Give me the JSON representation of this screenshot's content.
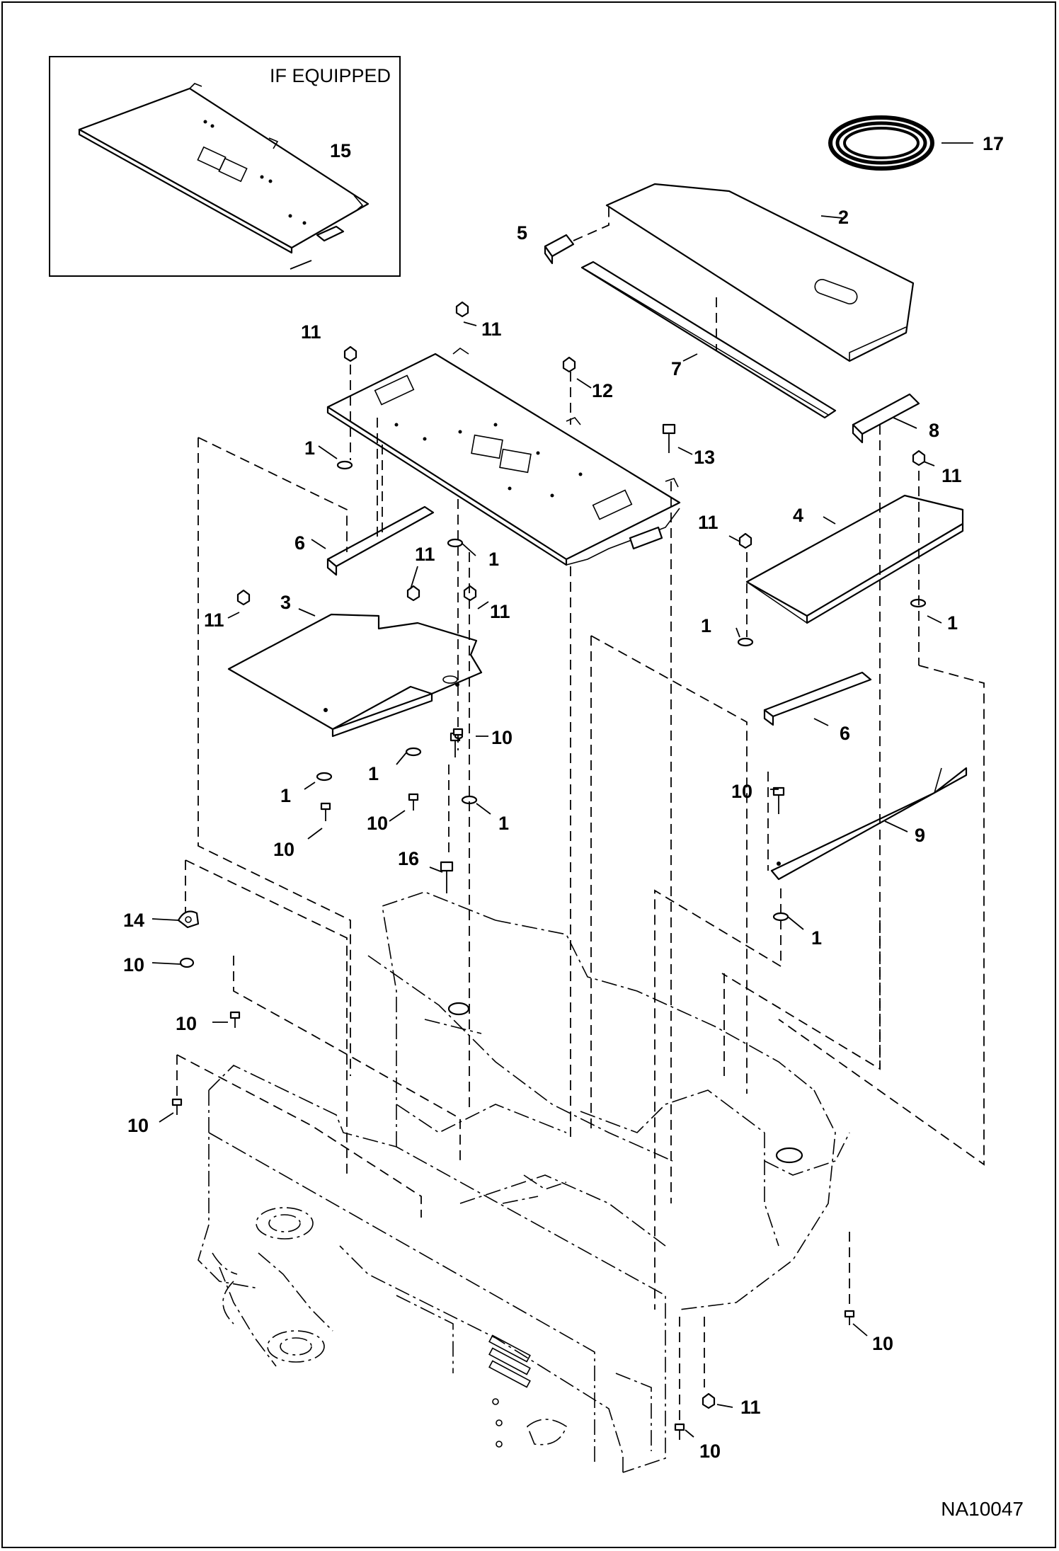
{
  "inset": {
    "title": "IF EQUIPPED"
  },
  "figure_id": "NA10047",
  "callouts": [
    {
      "key": "c17",
      "text": "17"
    },
    {
      "key": "c2",
      "text": "2"
    },
    {
      "key": "c5",
      "text": "5"
    },
    {
      "key": "c15",
      "text": "15"
    },
    {
      "key": "c7",
      "text": "7"
    },
    {
      "key": "c8",
      "text": "8"
    },
    {
      "key": "c11a",
      "text": "11"
    },
    {
      "key": "c11b",
      "text": "11"
    },
    {
      "key": "c12",
      "text": "12"
    },
    {
      "key": "c13",
      "text": "13"
    },
    {
      "key": "c11c",
      "text": "11"
    },
    {
      "key": "c4",
      "text": "4"
    },
    {
      "key": "c11d",
      "text": "11"
    },
    {
      "key": "c1a",
      "text": "1"
    },
    {
      "key": "c6a",
      "text": "6"
    },
    {
      "key": "c1b",
      "text": "1"
    },
    {
      "key": "c11e",
      "text": "11"
    },
    {
      "key": "c3",
      "text": "3"
    },
    {
      "key": "c11f",
      "text": "11"
    },
    {
      "key": "c11g",
      "text": "11"
    },
    {
      "key": "c1c",
      "text": "1"
    },
    {
      "key": "c1d",
      "text": "1"
    },
    {
      "key": "c6b",
      "text": "6"
    },
    {
      "key": "c10a",
      "text": "10"
    },
    {
      "key": "c1e",
      "text": "1"
    },
    {
      "key": "c1f",
      "text": "1"
    },
    {
      "key": "c10b",
      "text": "10"
    },
    {
      "key": "c10c",
      "text": "10"
    },
    {
      "key": "c1g",
      "text": "1"
    },
    {
      "key": "c10d",
      "text": "10"
    },
    {
      "key": "c9",
      "text": "9"
    },
    {
      "key": "c16",
      "text": "16"
    },
    {
      "key": "c1h",
      "text": "1"
    },
    {
      "key": "c14",
      "text": "14"
    },
    {
      "key": "c10e",
      "text": "10"
    },
    {
      "key": "c10f",
      "text": "10"
    },
    {
      "key": "c10g",
      "text": "10"
    },
    {
      "key": "c10h",
      "text": "10"
    },
    {
      "key": "c11h",
      "text": "11"
    },
    {
      "key": "c10i",
      "text": "10"
    }
  ]
}
